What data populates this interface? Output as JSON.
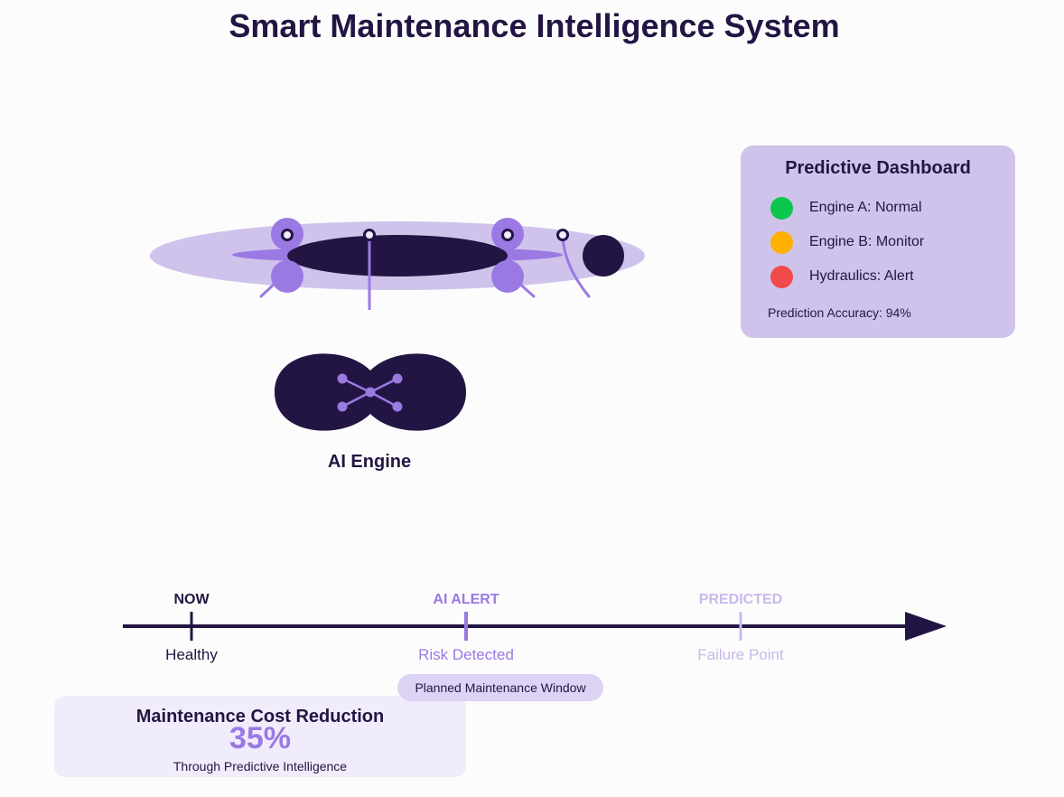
{
  "title": "Smart Maintenance Intelligence System",
  "colors": {
    "dark": "#231543",
    "purple": "#9a79e3",
    "light_purple": "#cfc3ec",
    "pale_purple": "#f1ecfb",
    "normal": "#0bc74c",
    "monitor": "#ffb000",
    "alert": "#f24a4a"
  },
  "dashboard": {
    "title": "Predictive Dashboard",
    "items": [
      {
        "label": "Engine A: Normal",
        "status_color": "#0bc74c"
      },
      {
        "label": "Engine B: Monitor",
        "status_color": "#ffb000"
      },
      {
        "label": "Hydraulics: Alert",
        "status_color": "#f24a4a"
      }
    ],
    "accuracy": "Prediction Accuracy: 94%"
  },
  "ai_engine": {
    "label": "AI Engine",
    "icon": "neural-network-icon"
  },
  "aircraft": {
    "icon": "aircraft-with-sensors-icon"
  },
  "timeline": {
    "points": [
      {
        "top": "NOW",
        "bottom": "Healthy",
        "color": "#231543"
      },
      {
        "top": "AI ALERT",
        "bottom": "Risk Detected",
        "color": "#9a79e3"
      },
      {
        "top": "PREDICTED",
        "bottom": "Failure Point",
        "color": "#c9b8ec"
      }
    ],
    "window": "Planned Maintenance Window"
  },
  "cost": {
    "title": "Maintenance Cost Reduction",
    "value": "35%",
    "subtitle": "Through Predictive Intelligence"
  }
}
